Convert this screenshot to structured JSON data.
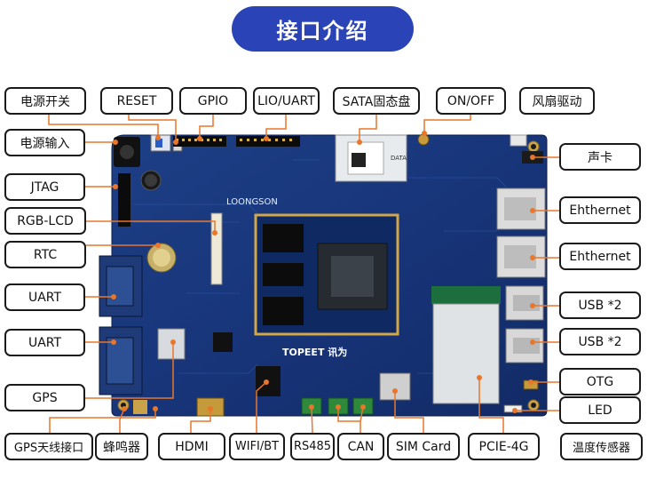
{
  "title": "接口介绍",
  "board": {
    "brand_text": "LOONGSON",
    "maker_text": "TOPEET 讯为",
    "sata_module_text": "DATA"
  },
  "labels": {
    "power_switch": "电源开关",
    "reset": "RESET",
    "gpio": "GPIO",
    "lio_uart": "LIO/UART",
    "sata": "SATA固态盘",
    "on_off": "ON/OFF",
    "fan_driver": "风扇驱动",
    "power_input": "电源输入",
    "sound_card": "声卡",
    "jtag": "JTAG",
    "ethernet_1": "Ehthernet",
    "rgb_lcd": "RGB-LCD",
    "ethernet_2": "Ehthernet",
    "rtc": "RTC",
    "uart_1": "UART",
    "usb_1": "USB *2",
    "uart_2": "UART",
    "usb_2": "USB *2",
    "gps": "GPS",
    "otg": "OTG",
    "led": "LED",
    "gps_antenna": "GPS天线接口",
    "buzzer": "蜂鸣器",
    "hdmi": "HDMI",
    "wifi_bt": "WIFI/BT",
    "rs485": "RS485",
    "can": "CAN",
    "sim_card": "SIM Card",
    "pcie_4g": "PCIE-4G",
    "temp_sensor": "温度传感器"
  }
}
